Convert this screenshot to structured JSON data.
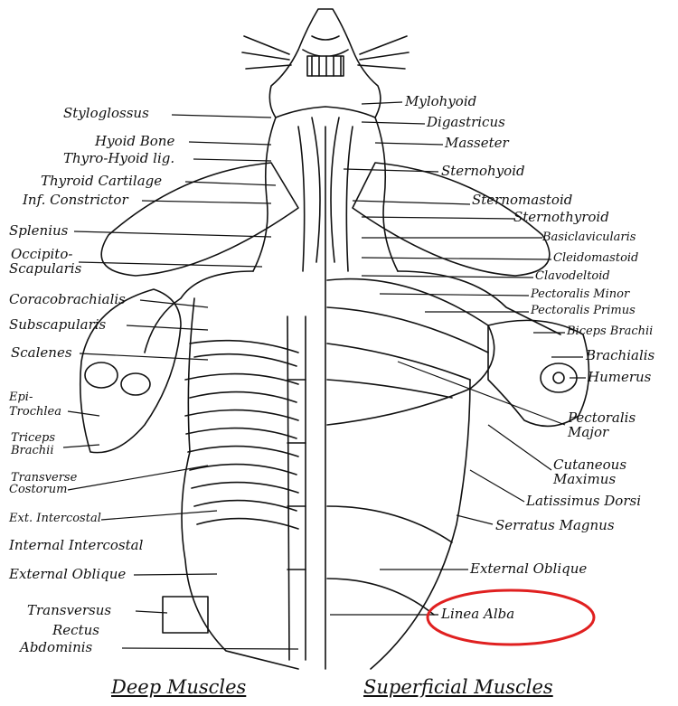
{
  "diagram": {
    "left_labels": {
      "styloglossus": "Styloglossus",
      "hyoid_bone": "Hyoid Bone",
      "thyro_hyoid": "Thyro-Hyoid lig.",
      "thyroid_cartilage": "Thyroid Cartilage",
      "inf_constrictor": "Inf. Constrictor",
      "splenius": "Splenius",
      "occipito_1": "Occipito-",
      "occipito_2": "Scapularis",
      "coracobrachialis": "Coracobrachialis",
      "subscapularis": "Subscapularis",
      "scalenes": "Scalenes",
      "epi_1": "Epi-",
      "epi_2": "Trochlea",
      "triceps_1": "Triceps",
      "triceps_2": "Brachii",
      "transverse_1": "Transverse",
      "transverse_2": "Costorum",
      "ext_intercostal": "Ext. Intercostal",
      "int_intercostal": "Internal Intercostal",
      "ext_oblique": "External Oblique",
      "transversus": "Transversus",
      "rectus_1": "Rectus",
      "rectus_2": "Abdominis"
    },
    "right_labels": {
      "mylohyoid": "Mylohyoid",
      "digastricus": "Digastricus",
      "masseter": "Masseter",
      "sternohyoid": "Sternohyoid",
      "sternomastoid": "Sternomastoid",
      "sternothyroid": "Sternothyroid",
      "basiclavicularis": "Basiclavicularis",
      "cleidomastoid": "Cleidomastoid",
      "clavodeltoid": "Clavodeltoid",
      "pectoralis_minor": "Pectoralis Minor",
      "pectoralis_primus": "Pectoralis Primus",
      "biceps": "Biceps Brachii",
      "brachialis": "Brachialis",
      "humerus": "Humerus",
      "pect_major_1": "Pectoralis",
      "pect_major_2": "Major",
      "cutaneous_1": "Cutaneous",
      "cutaneous_2": "Maximus",
      "latissimus": "Latissimus Dorsi",
      "serratus": "Serratus Magnus",
      "ext_oblique": "External Oblique",
      "linea_alba": "Linea Alba"
    },
    "captions": {
      "deep": "Deep Muscles",
      "superficial": "Superficial Muscles"
    },
    "highlight_color": "#e02020",
    "ink_color": "#111111"
  }
}
